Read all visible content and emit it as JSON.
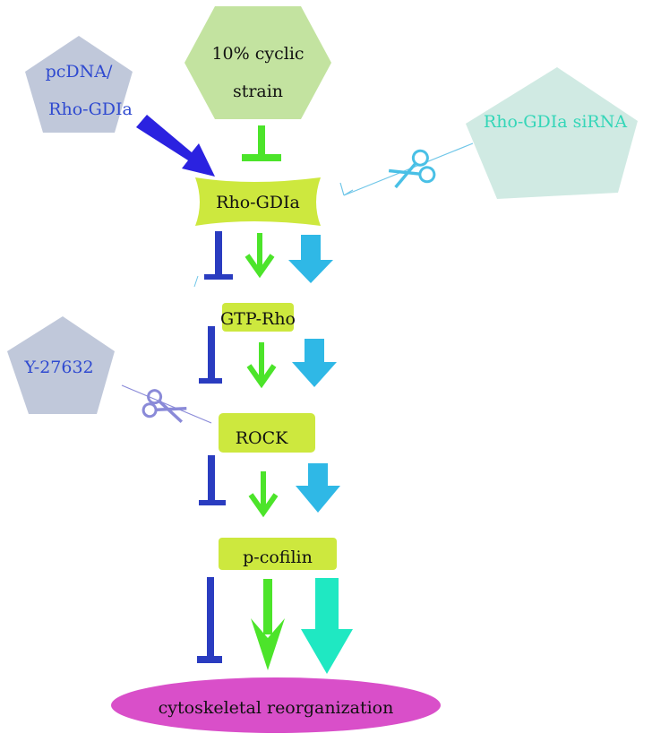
{
  "nodes": {
    "strain": "10% cyclic",
    "strain_2": "strain",
    "pcdna": "pcDNA/",
    "pcdna_2": "Rho-GDIa",
    "sirna": "Rho-GDIa siRNA",
    "rhogdi": "Rho-GDIa",
    "gtprho": "GTP-Rho",
    "y27632": "Y-27632",
    "rock": "ROCK",
    "pcofilin": "p-cofilin",
    "cytoskeleton": "cytoskeletal reorganization"
  },
  "colors": {
    "strain_fill": "#c3e3a0",
    "pcdna_fill": "#c0c8da",
    "pcdna_text": "#2f4ad0",
    "sirna_fill": "#d0eae3",
    "sirna_text": "#34d6b8",
    "node_fill": "#cde83e",
    "y_fill": "#c0c8da",
    "y_text": "#2f4ad0",
    "ellipse_fill": "#d94fc9",
    "inhibit_blue": "#2a3cc0",
    "green_arrow": "#4ce42a",
    "cyan_arrow": "#2fb8e6",
    "teal_arrow": "#1fe8c2",
    "navy_arrow": "#2b22e0",
    "scissors_cyan": "#49c0e6",
    "scissors_purple": "#8a8ad8"
  },
  "icons": [
    "scissors-icon",
    "scissors-icon"
  ]
}
